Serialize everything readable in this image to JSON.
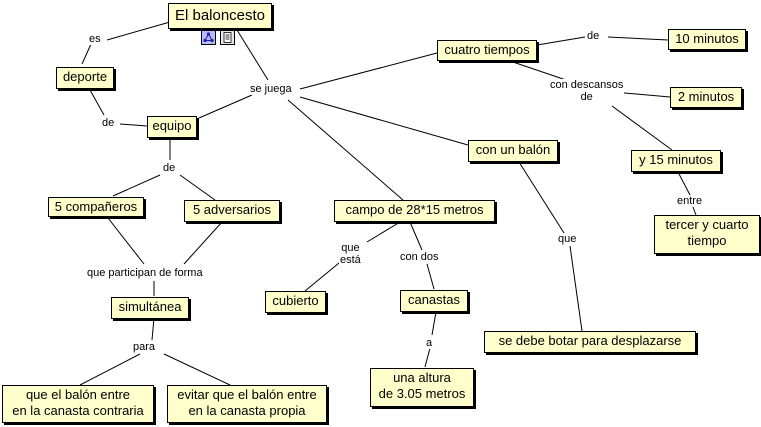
{
  "map": {
    "root": "El baloncesto",
    "concepts": {
      "deporte": "deporte",
      "equipo": "equipo",
      "companeros": "5 compañeros",
      "adversarios": "5 adversarios",
      "simultanea": "simultánea",
      "balon_contraria": [
        "que el balón entre",
        "en la canasta contraria"
      ],
      "evitar_propia": [
        "evitar que el balón entre",
        "en la canasta propia"
      ],
      "cuatro_tiempos": "cuatro tiempos",
      "diez_minutos": "10 minutos",
      "dos_minutos": "2 minutos",
      "quince_minutos": "y 15 minutos",
      "tercer_cuarto": [
        "tercer y cuarto",
        "tiempo"
      ],
      "campo": "campo de 28*15 metros",
      "cubierto": "cubierto",
      "canastas": "canastas",
      "altura": [
        "una altura",
        "de 3.05 metros"
      ],
      "con_balon": "con un balón",
      "botar": "se debe botar para desplazarse"
    },
    "links": {
      "es": "es",
      "de_deporte": "de",
      "se_juega": "se juega",
      "de_equipo": "de",
      "que_participan": "que participan de forma",
      "para": "para",
      "de_tiempos": "de",
      "con_descansos": [
        "con descansos",
        "de"
      ],
      "entre": "entre",
      "que_esta": [
        "que",
        "está"
      ],
      "con_dos": "con dos",
      "a": "a",
      "que_balon": "que"
    }
  },
  "icons": [
    "network-resource-icon",
    "document-resource-icon"
  ],
  "colors": {
    "concept_fill": "#ffffcc",
    "border": "#000000",
    "background": "#ffffff"
  }
}
